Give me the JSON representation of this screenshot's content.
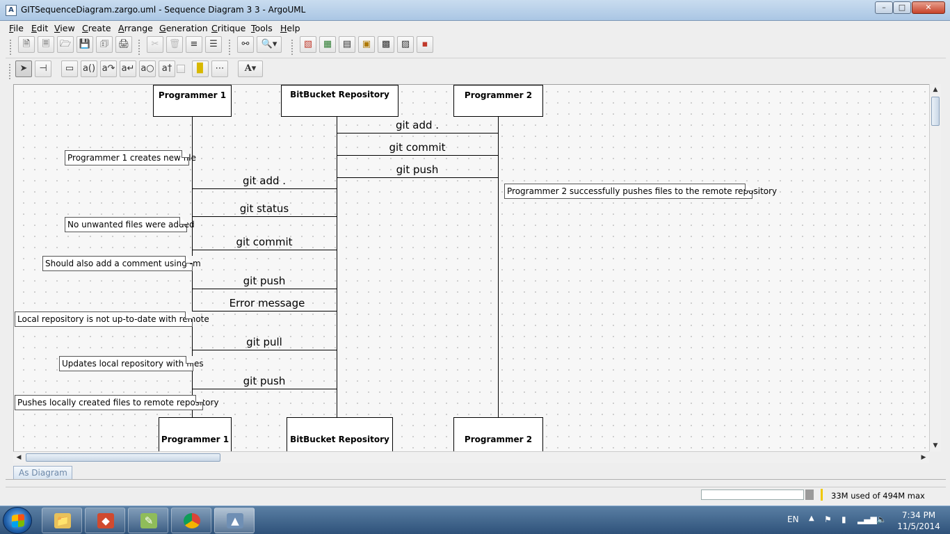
{
  "window": {
    "title": "GITSequenceDiagram.zargo.uml - Sequence Diagram 3 3 - ArgoUML",
    "minimize": "–",
    "maximize": "□",
    "close": "✕"
  },
  "menu": [
    "File",
    "Edit",
    "View",
    "Create",
    "Arrange",
    "Generation",
    "Critique",
    "Tools",
    "Help"
  ],
  "toolbar_icons": {
    "new": "new-file-icon",
    "open": "open-file-icon",
    "save": "save-file-icon",
    "print": "print-icon",
    "find": "binoculars-icon",
    "zoom": "zoom-icon"
  },
  "diagram": {
    "objects_top": [
      "Programmer 1",
      "BitBucket Repository",
      "Programmer 2"
    ],
    "objects_bottom": [
      "Programmer 1",
      "BitBucket Repository",
      "Programmer 2"
    ],
    "messages": [
      "git add .",
      "git commit",
      "git push",
      "git add .",
      "git status",
      "git commit",
      "git push",
      "Error message",
      "git pull",
      "git push"
    ],
    "notes": [
      "Programmer 1 creates new file",
      "Programmer 2 successfully pushes files to the remote repository",
      "No unwanted files were added",
      "Should also add a comment using -m",
      "Local repository is not up-to-date with remote",
      "Updates local repository with files",
      "Pushes locally created files to remote repository"
    ]
  },
  "tab": {
    "label": "As Diagram"
  },
  "status": {
    "memory": "33M used of 494M max"
  },
  "taskbar": {
    "language": "EN",
    "time": "7:34 PM",
    "date": "11/5/2014"
  },
  "colors": {
    "titlebar": "#aac6e4",
    "taskbar": "#2f527a",
    "note_corner": "#555555"
  }
}
